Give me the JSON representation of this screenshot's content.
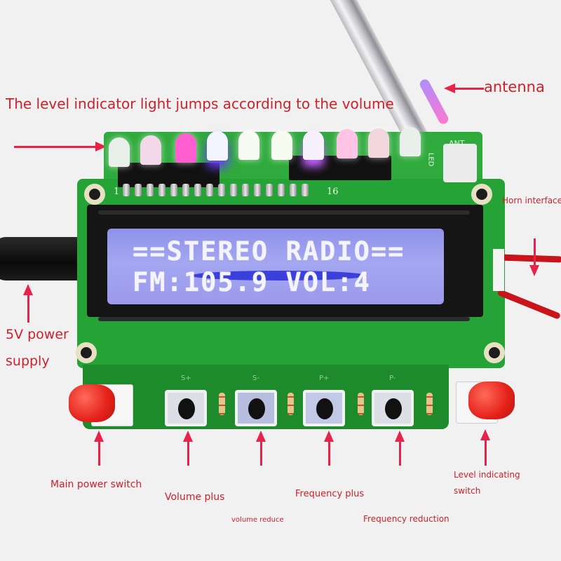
{
  "header": {
    "title": "The level indicator light jumps according to the volume"
  },
  "callouts": {
    "antenna": "antenna",
    "horn_interface": "Horn interface",
    "power_supply_line1": "5V power",
    "power_supply_line2": "supply",
    "main_power_switch": "Main power switch",
    "volume_plus": "Volume plus",
    "volume_reduce": "volume reduce",
    "frequency_plus": "Frequency plus",
    "frequency_reduction": "Frequency reduction",
    "level_switch_line1": "Level indicating",
    "level_switch_line2": "switch"
  },
  "lcd": {
    "line1": "==STEREO RADIO==",
    "line2": "FM:105.9 VOL:4",
    "backlight_color": "#9a9cee"
  },
  "pcb": {
    "silk_pin_start": "1",
    "silk_pin_end": "16",
    "silk_ant": "ANT",
    "silk_led": "LED",
    "button_labels": [
      "S+",
      "S-",
      "P+",
      "P-"
    ]
  },
  "leds": {
    "colors": [
      "#e9efe9",
      "#f2d8e8",
      "#ff5ed0",
      "#f4f4ff",
      "#f7fbf2",
      "#f7fbf0",
      "#f7f0ff",
      "#ffc4e6",
      "#f3d6de",
      "#e9efea"
    ]
  },
  "colors": {
    "label_red": "#d0202a",
    "arrow_red": "#e8234a",
    "pcb_green": "#25a336",
    "background": "#f1f1f1"
  }
}
